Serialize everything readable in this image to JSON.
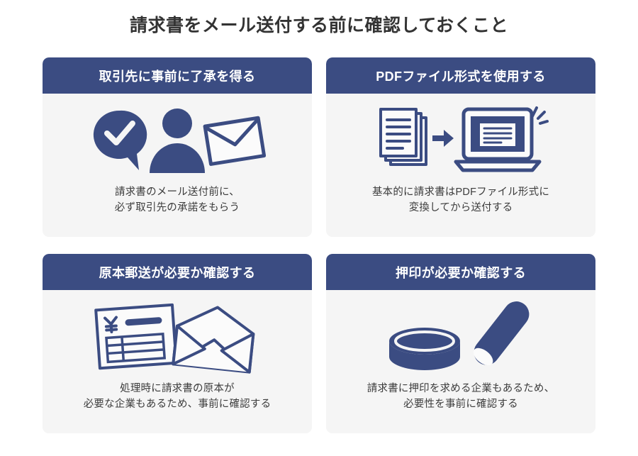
{
  "page": {
    "title": "請求書をメール送付する前に確認しておくこと",
    "background_color": "#ffffff",
    "title_color": "#333333",
    "accent_color": "#3b4c82",
    "card_background_color": "#f5f5f5",
    "body_text_color": "#3c3c3c"
  },
  "cards": [
    {
      "id": "card-prior-consent",
      "header": "取引先に事前に了承を得る",
      "body": "請求書のメール送付前に、\n必ず取引先の承諾をもらう",
      "icon_name": "check-bubble-person-envelope-icon"
    },
    {
      "id": "card-pdf-format",
      "header": "PDFファイル形式を使用する",
      "body": "基本的に請求書はPDFファイル形式に\n変換してから送付する",
      "icon_name": "documents-to-laptop-icon"
    },
    {
      "id": "card-original-mail",
      "header": "原本郵送が必要か確認する",
      "body": "処理時に請求書の原本が\n必要な企業もあるため、事前に確認する",
      "icon_name": "invoice-envelope-icon"
    },
    {
      "id": "card-stamp-required",
      "header": "押印が必要か確認する",
      "body": "請求書に押印を求める企業もあるため、\n必要性を事前に確認する",
      "icon_name": "ink-pad-hanko-stamp-icon"
    }
  ]
}
